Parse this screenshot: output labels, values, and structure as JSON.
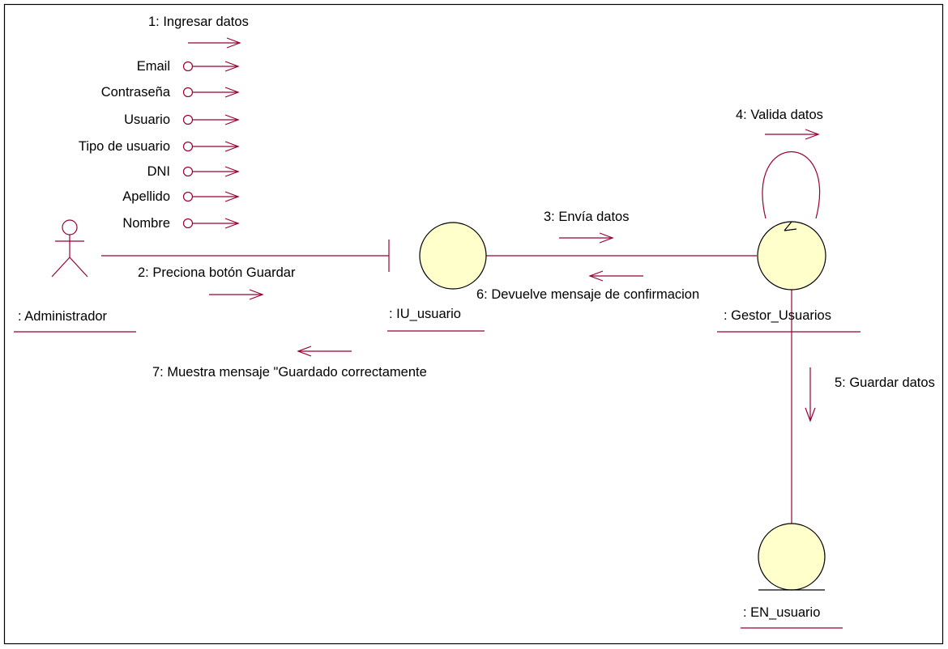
{
  "diagram": {
    "type": "uml-collaboration",
    "colors": {
      "line": "#990033",
      "object_fill": "#ffffcc",
      "object_stroke": "#000000",
      "text": "#000000",
      "frame": "#000000"
    },
    "objects": {
      "actor": {
        "label": ": Administrador",
        "stereotype": "actor"
      },
      "boundary": {
        "label": ": IU_usuario",
        "stereotype": "boundary"
      },
      "control": {
        "label": ": Gestor_Usuarios",
        "stereotype": "control"
      },
      "entity": {
        "label": ": EN_usuario",
        "stereotype": "entity"
      }
    },
    "messages": {
      "m1": "1: Ingresar datos",
      "m2": "2: Preciona botón Guardar",
      "m3": "3: Envía datos",
      "m4": "4: Valida datos",
      "m5": "5: Guardar datos",
      "m6": "6: Devuelve mensaje de confirmacion",
      "m7": "7: Muestra mensaje \"Guardado correctamente"
    },
    "data_flows": [
      "Email",
      "Contraseña",
      "Usuario",
      "Tipo de usuario",
      "DNI",
      "Apellido",
      "Nombre"
    ]
  }
}
